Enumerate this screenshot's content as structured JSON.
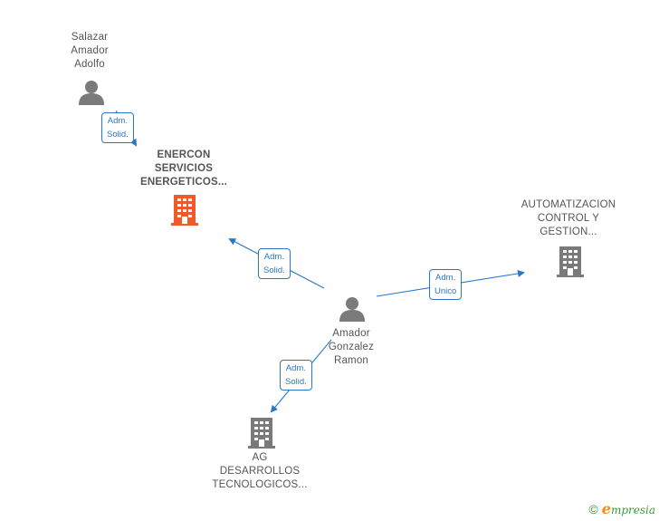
{
  "nodes": {
    "salazar": {
      "lines": [
        "Salazar",
        "Amador",
        "Adolfo"
      ],
      "type": "person"
    },
    "enercon": {
      "lines": [
        "ENERCON",
        "SERVICIOS",
        "ENERGETICOS..."
      ],
      "type": "company",
      "highlight": true
    },
    "automatizacion": {
      "lines": [
        "AUTOMATIZACION",
        "CONTROL Y",
        "GESTION..."
      ],
      "type": "company"
    },
    "amador": {
      "lines": [
        "Amador",
        "Gonzalez",
        "Ramon"
      ],
      "type": "person"
    },
    "ag": {
      "lines": [
        "AG",
        "DESARROLLOS",
        "TECNOLOGICOS..."
      ],
      "type": "company"
    }
  },
  "edges": {
    "salazar_enercon": {
      "lines": [
        "Adm.",
        "Solid."
      ]
    },
    "amador_enercon": {
      "lines": [
        "Adm.",
        "Solid."
      ]
    },
    "amador_automatizacion": {
      "lines": [
        "Adm.",
        "Unico"
      ]
    },
    "amador_ag": {
      "lines": [
        "Adm.",
        "Solid."
      ]
    }
  },
  "footer": {
    "copyright": "©",
    "brand_initial": "e",
    "brand_rest": "mpresia"
  },
  "colors": {
    "edge": "#2a76c8",
    "node_icon": "#7a7a7a",
    "highlight_icon": "#f0592a",
    "label_text": "#555555"
  }
}
